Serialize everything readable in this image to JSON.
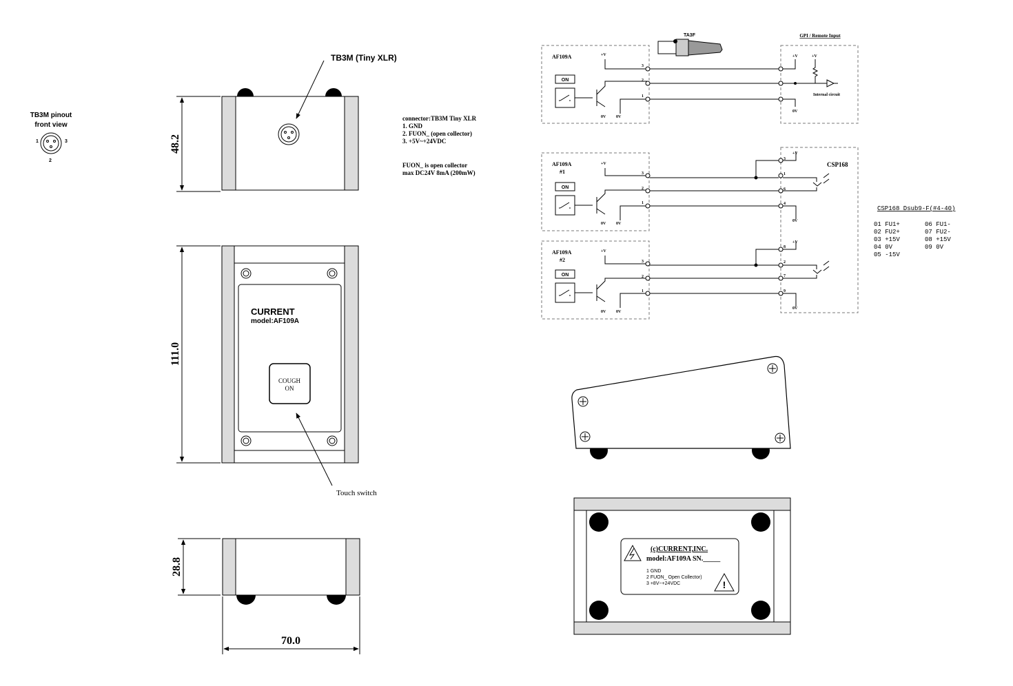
{
  "pinout": {
    "title1": "TB3M pinout",
    "title2": "front view",
    "pin1": "1",
    "pin2": "2",
    "pin3": "3"
  },
  "views": {
    "connector_callout": "TB3M (Tiny XLR)",
    "dim_height_top": "48.2",
    "dim_height_front": "111.0",
    "dim_height_side": "28.8",
    "dim_width": "70.0",
    "brand": "CURRENT",
    "model": "model:AF109A",
    "button_line1": "COUGH",
    "button_line2": "ON",
    "touch_switch": "Touch switch"
  },
  "connector_info": {
    "lines": [
      "connector:TB3M Tiny XLR",
      "1. GND",
      "2. FUON_ (open collector)",
      "3. +5V~+24VDC"
    ],
    "note_lines": [
      "FUON_ is open collector",
      "max DC24V 8mA (200mW)"
    ]
  },
  "schematic": {
    "plug_label": "TA3F",
    "gpi_label": "GPI / Remote Input",
    "internal_circuit": "Internal circuit",
    "csp_label": "CSP168",
    "block1": {
      "name": "AF109A",
      "sub": ""
    },
    "block2": {
      "name": "AF109A",
      "sub": "#1"
    },
    "block3": {
      "name": "AF109A",
      "sub": "#2"
    },
    "on_label": "ON",
    "vplus": "+V",
    "zero_v": "0V",
    "pins_left": [
      "3",
      "2",
      "1"
    ],
    "pins_csp1": [
      "3",
      "1",
      "6",
      "4"
    ],
    "pins_csp2": [
      "8",
      "2",
      "7",
      "9"
    ]
  },
  "dsub": {
    "title": "CSP168 Dsub9-F(#4-40)",
    "col1": [
      "01 FU1+",
      "02 FU2+",
      "03 +15V",
      "04 0V",
      "05 -15V"
    ],
    "col2": [
      "06 FU1-",
      "07 FU2-",
      "08 +15V",
      "09 0V"
    ]
  },
  "bottom_label": {
    "company": "(c)CURRENT,INC.",
    "model_sn": "model:AF109A SN._____",
    "pins": [
      "1 GND",
      "2 FUON_ Open Collector)",
      "3 +8V~+24VDC"
    ]
  }
}
